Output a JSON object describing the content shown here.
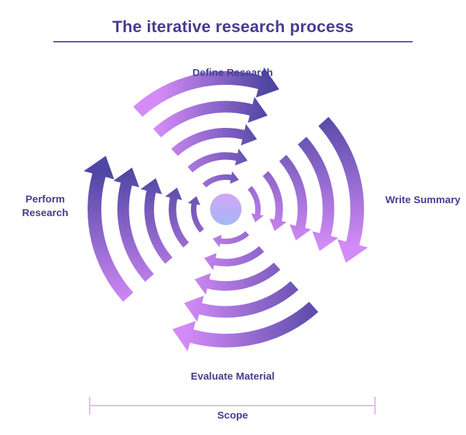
{
  "title": "The iterative research process",
  "stages": {
    "define": "Define Research",
    "write": "Write Summary",
    "evaluate": "Evaluate Material",
    "perform": "Perform Research"
  },
  "scope_label": "Scope",
  "colors": {
    "title": "#453e8f",
    "arrow_dark": "#4f46a3",
    "arrow_light": "#d48bf7",
    "center_top": "#d3a6f5",
    "center_bottom": "#a3b8f7",
    "scope_line": "#e9b6ef"
  }
}
